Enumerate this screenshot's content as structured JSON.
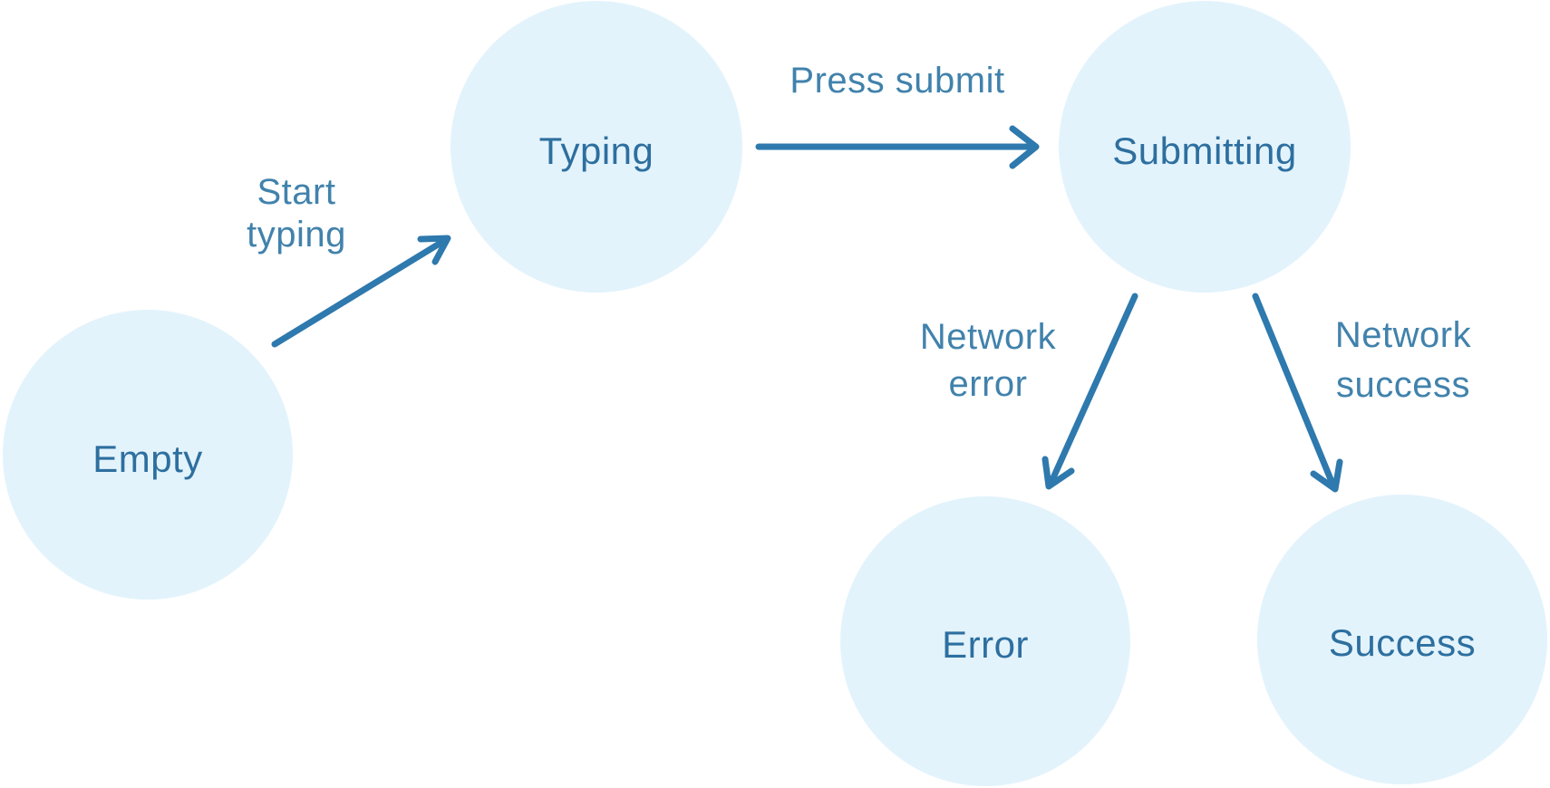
{
  "diagram": {
    "type": "state-machine",
    "colors": {
      "background": "#FFFFFF",
      "node_fill": "#E3F3FC",
      "node_text": "#2D6F9F",
      "arrow": "#2E79AD",
      "edge_label_text": "#4182AC"
    },
    "nodes": {
      "empty": {
        "label": "Empty"
      },
      "typing": {
        "label": "Typing"
      },
      "submitting": {
        "label": "Submitting"
      },
      "error": {
        "label": "Error"
      },
      "success": {
        "label": "Success"
      }
    },
    "transitions": {
      "start_typing": {
        "from": "Empty",
        "to": "Typing",
        "line1": "Start",
        "line2": "typing"
      },
      "press_submit": {
        "from": "Typing",
        "to": "Submitting",
        "line1": "Press submit"
      },
      "network_error": {
        "from": "Submitting",
        "to": "Error",
        "line1": "Network",
        "line2": "error"
      },
      "network_success": {
        "from": "Submitting",
        "to": "Success",
        "line1": "Network",
        "line2": "success"
      }
    }
  }
}
